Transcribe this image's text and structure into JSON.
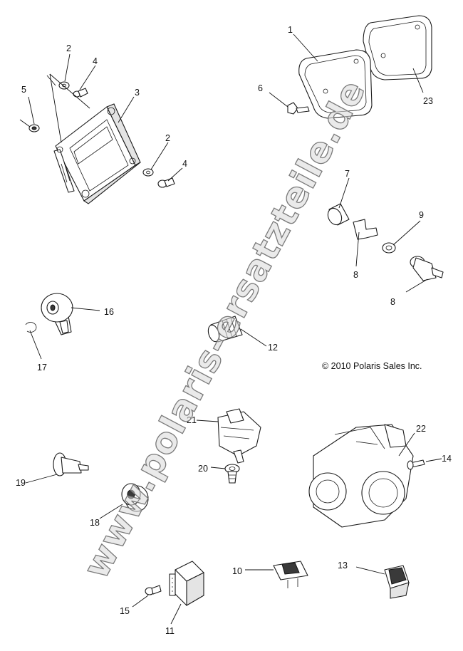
{
  "copyright": "© 2010 Polaris Sales Inc.",
  "watermark": "www.polaris-ersatzteile.de",
  "callouts": {
    "c1": "1",
    "c2a": "2",
    "c2b": "2",
    "c3": "3",
    "c4a": "4",
    "c4b": "4",
    "c5": "5",
    "c6": "6",
    "c7": "7",
    "c8a": "8",
    "c8b": "8",
    "c9": "9",
    "c10": "10",
    "c11": "11",
    "c12": "12",
    "c13": "13",
    "c14": "14",
    "c15": "15",
    "c16": "16",
    "c17": "17",
    "c18": "18",
    "c19": "19",
    "c20": "20",
    "c21": "21",
    "c22": "22",
    "c23": "23"
  }
}
